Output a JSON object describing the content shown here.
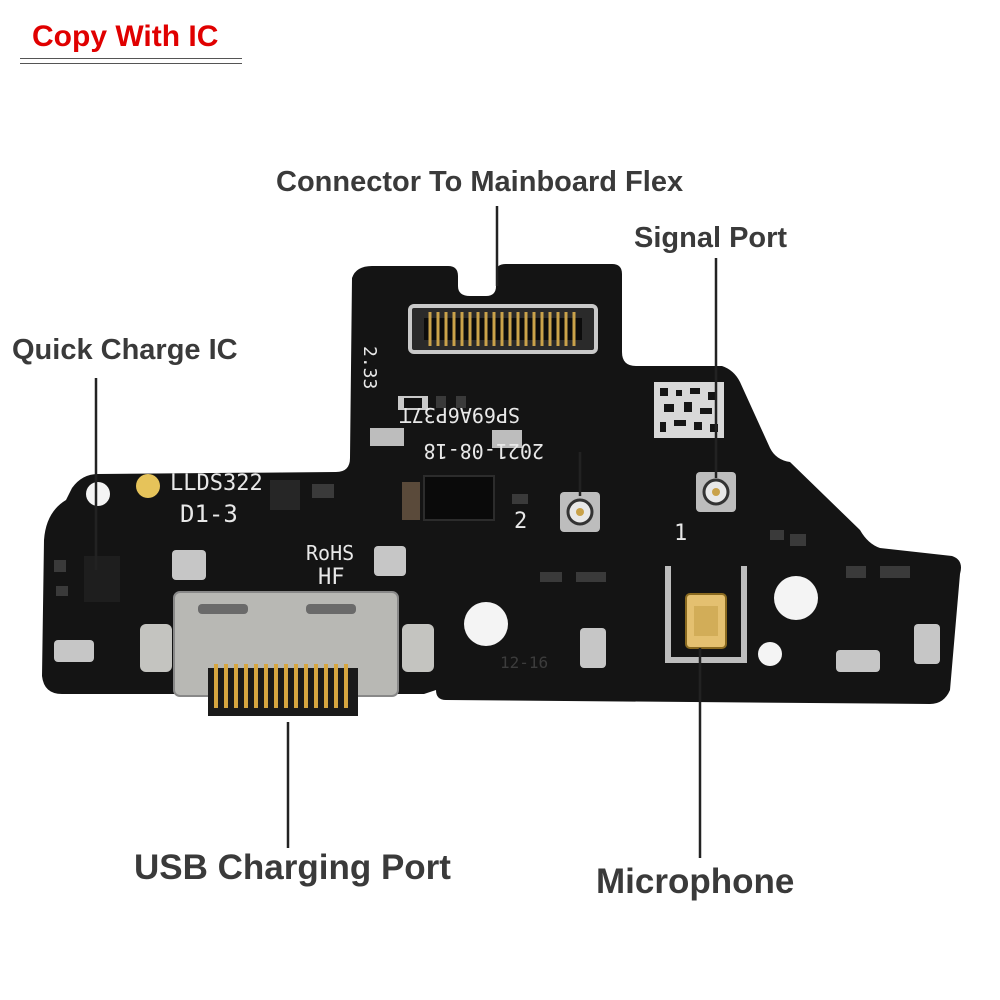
{
  "badge": {
    "text": "Copy With IC",
    "color": "#e00000"
  },
  "callouts": {
    "connector": "Connector To Mainboard Flex",
    "signal_port": "Signal Port",
    "quick_charge_ic": "Quick Charge IC",
    "usb_port": "USB Charging Port",
    "microphone": "Microphone"
  },
  "board_markings": {
    "lot": "LLDS322",
    "rev": "D1-3",
    "rohs": "RoHS",
    "hf": "HF",
    "part": "SP69A6P37T",
    "date": "2021-08-18",
    "port2": "2",
    "port1": "1",
    "vertical": "2.33",
    "faint": "12-16"
  },
  "colors": {
    "pcb": "#141414",
    "text": "#3a3a3a",
    "silk": "#e8e8e8",
    "gold": "#c9a24a",
    "metal": "#b8b8b4"
  }
}
